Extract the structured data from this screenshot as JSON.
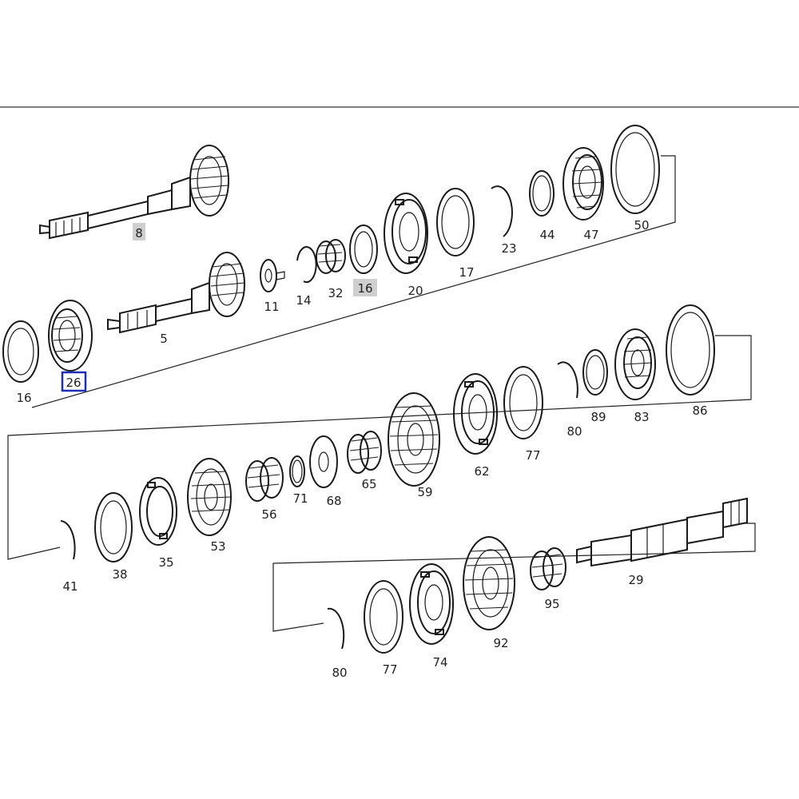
{
  "colors": {
    "line": "#1a1a1a",
    "selected_outline": "#1f2fb5",
    "highlight_fill": "#cfcfcf"
  },
  "callouts": [
    {
      "id": "c8",
      "label": "8",
      "highlight": "gray"
    },
    {
      "id": "c11",
      "label": "11"
    },
    {
      "id": "c14",
      "label": "14"
    },
    {
      "id": "c32",
      "label": "32"
    },
    {
      "id": "c16a",
      "label": "16",
      "highlight": "gray"
    },
    {
      "id": "c20",
      "label": "20"
    },
    {
      "id": "c17",
      "label": "17"
    },
    {
      "id": "c23",
      "label": "23"
    },
    {
      "id": "c44",
      "label": "44"
    },
    {
      "id": "c47",
      "label": "47"
    },
    {
      "id": "c50",
      "label": "50"
    },
    {
      "id": "c5",
      "label": "5"
    },
    {
      "id": "c26",
      "label": "26",
      "highlight": "blue"
    },
    {
      "id": "c16b",
      "label": "16"
    },
    {
      "id": "c80a",
      "label": "80"
    },
    {
      "id": "c89",
      "label": "89"
    },
    {
      "id": "c83",
      "label": "83"
    },
    {
      "id": "c86",
      "label": "86"
    },
    {
      "id": "c77a",
      "label": "77"
    },
    {
      "id": "c62",
      "label": "62"
    },
    {
      "id": "c59",
      "label": "59"
    },
    {
      "id": "c65",
      "label": "65"
    },
    {
      "id": "c68",
      "label": "68"
    },
    {
      "id": "c71",
      "label": "71"
    },
    {
      "id": "c56",
      "label": "56"
    },
    {
      "id": "c53",
      "label": "53"
    },
    {
      "id": "c35",
      "label": "35"
    },
    {
      "id": "c38",
      "label": "38"
    },
    {
      "id": "c41",
      "label": "41"
    },
    {
      "id": "c29",
      "label": "29"
    },
    {
      "id": "c95",
      "label": "95"
    },
    {
      "id": "c92",
      "label": "92"
    },
    {
      "id": "c74",
      "label": "74"
    },
    {
      "id": "c77b",
      "label": "77"
    },
    {
      "id": "c80b",
      "label": "80"
    }
  ]
}
